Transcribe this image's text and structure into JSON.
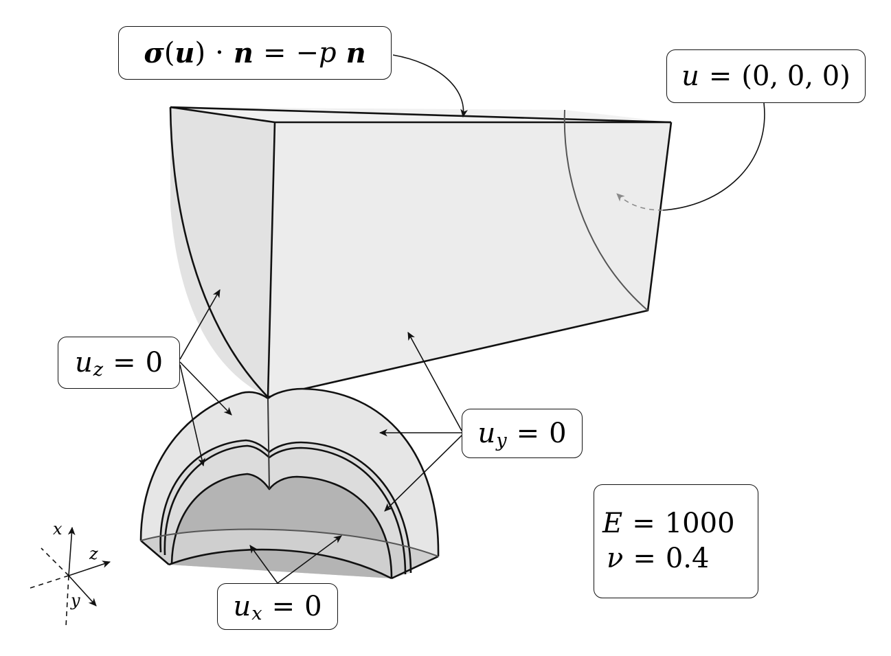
{
  "labels": {
    "traction": {
      "sigma": "σ",
      "u": "u",
      "dot": "·",
      "n1": "n",
      "eq": "=",
      "minus": "−",
      "p": "p",
      "n2": "n"
    },
    "fixed": {
      "var": "u",
      "eq": "=",
      "value": "(0, 0, 0)"
    },
    "uz": {
      "var": "u",
      "sub": "z",
      "eq": "=",
      "val": "0"
    },
    "uy": {
      "var": "u",
      "sub": "y",
      "eq": "=",
      "val": "0"
    },
    "ux": {
      "var": "u",
      "sub": "x",
      "eq": "=",
      "val": "0"
    }
  },
  "material": {
    "E_sym": "E",
    "E_eq": "=",
    "E_val": "1000",
    "nu_sym": "ν",
    "nu_eq": "=",
    "nu_val": "0.4"
  },
  "axes": {
    "x": "x",
    "y": "y",
    "z": "z"
  },
  "colors": {
    "face_light": "#ececec",
    "face_mid": "#dcdcdc",
    "face_dark": "#b4b4b4",
    "edge": "#111111",
    "dashed_arrow": "#8a8a8a"
  }
}
